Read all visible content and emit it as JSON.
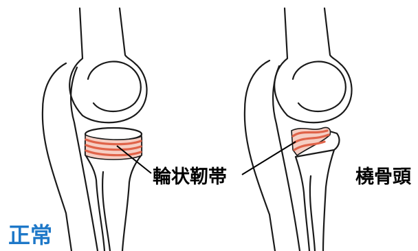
{
  "labels": {
    "annular_ligament": "輪状靭帯",
    "radial_head": "橈骨頭",
    "normal": "正常"
  },
  "colors": {
    "outline": "#1a1a1a",
    "ligament_fill": "#f6cfc4",
    "ligament_stripe": "#e0644a",
    "normal_label": "#1e78c8"
  }
}
